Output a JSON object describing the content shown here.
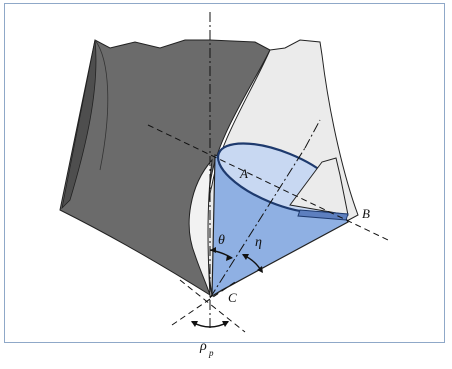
{
  "figure": {
    "labels": {
      "point_a": "A",
      "point_b": "B",
      "point_c": "C",
      "theta": "θ",
      "eta": "η",
      "rho": "ρ",
      "rho_sub": "p"
    },
    "colors": {
      "frame_border": "#8fa8c8",
      "dark_face": "#6b6b6b",
      "light_face": "#e6e6e6",
      "cone_fill": "#8fb0e3",
      "cone_inner": "#c8d8f2",
      "outline": "#222222"
    }
  }
}
